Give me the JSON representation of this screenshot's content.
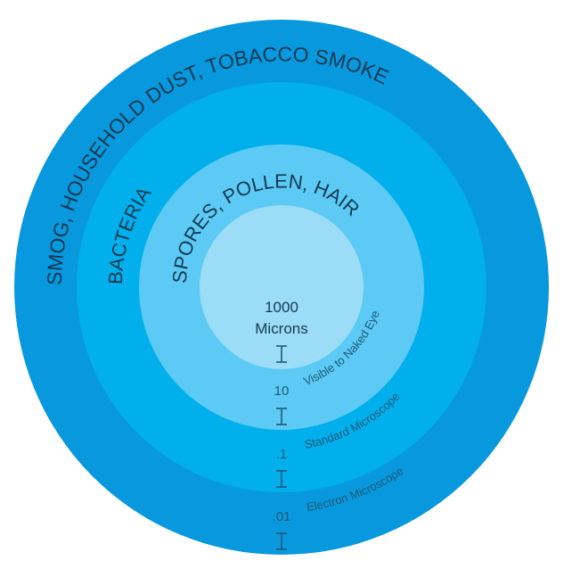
{
  "colors": {
    "ring_outer": "#0898dd",
    "ring_2": "#00afec",
    "ring_3": "#5ccaf5",
    "ring_inner": "#9bdcf6",
    "text_dark": "#143a52",
    "text_scale": "#1f5a78"
  },
  "rings": {
    "outer_label": "SMOG, HOUSEHOLD DUST, TOBACCO SMOKE",
    "second_label": "BACTERIA",
    "third_label": "SPORES, POLLEN, HAIR"
  },
  "center": {
    "value": "1000",
    "unit": "Microns"
  },
  "scale": {
    "marks": [
      "10",
      ".1",
      ".01"
    ],
    "labels": [
      "Visible to Naked Eye",
      "Standard Microscope",
      "Electron Microscope"
    ]
  }
}
